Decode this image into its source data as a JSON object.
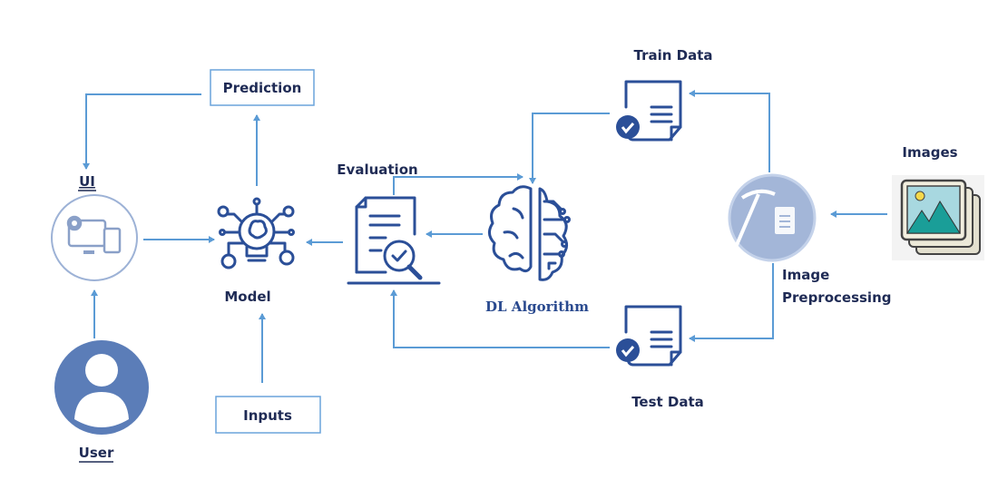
{
  "nodes": {
    "prediction": "Prediction",
    "inputs": "Inputs",
    "ui": "UI",
    "user": "User",
    "model": "Model",
    "evaluation": "Evaluation",
    "dl_algorithm": "DL Algorithm",
    "train_data": "Train Data",
    "test_data": "Test Data",
    "image_preprocessing_line1": "Image",
    "image_preprocessing_line2": "Preprocessing",
    "images": "Images"
  },
  "colors": {
    "arrow": "#5b9bd5",
    "text": "#1f2b55",
    "icon": "#2b4f98",
    "user_circle": "#5b7db8",
    "preprocessing_circle": "#a3b6d8"
  }
}
